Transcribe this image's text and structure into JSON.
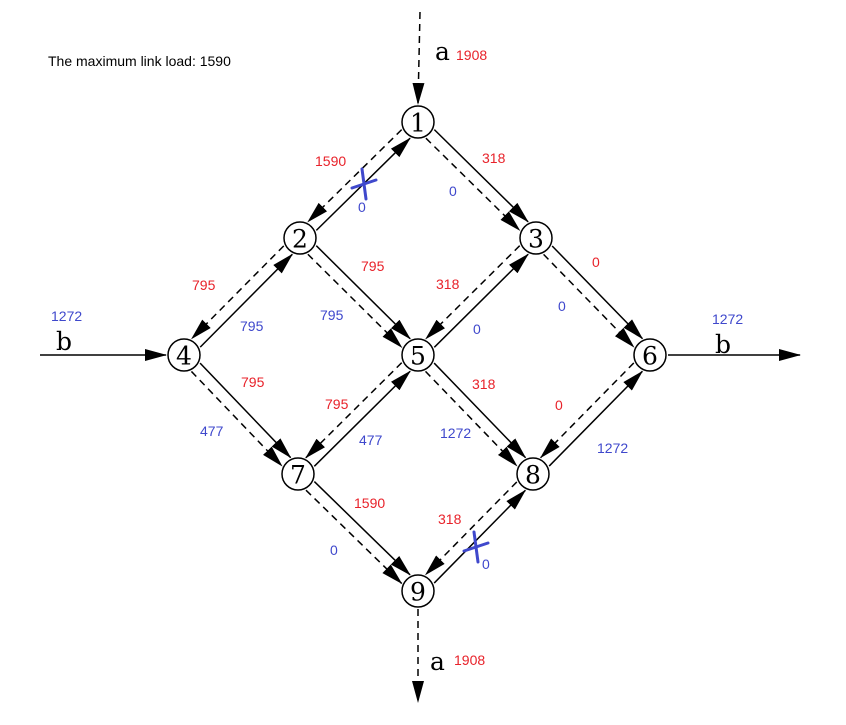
{
  "caption": "The maximum link load: 1590",
  "colors": {
    "red": "#e8222a",
    "blue": "#3f48cc",
    "black": "#000000"
  },
  "nodes": [
    "1",
    "2",
    "3",
    "4",
    "5",
    "6",
    "7",
    "8",
    "9"
  ],
  "flows": {
    "a_in_label": "a",
    "a_in_value": "1908",
    "a_out_label": "a",
    "a_out_value": "1908",
    "b_in_label": "b",
    "b_in_value": "1272",
    "b_out_label": "b",
    "b_out_value": "1272"
  },
  "links": {
    "l_1_2": {
      "a_load": "1590",
      "b_load": "0",
      "failed": true
    },
    "l_1_3": {
      "a_load": "318",
      "b_load": "0"
    },
    "l_2_4": {
      "a_load": "795",
      "b_load": "795"
    },
    "l_2_5": {
      "a_load": "795",
      "b_load": "795"
    },
    "l_3_5": {
      "a_load": "318",
      "b_load": "0"
    },
    "l_3_6": {
      "a_load": "0",
      "b_load": "0"
    },
    "l_4_7": {
      "a_load": "795",
      "b_load": "477"
    },
    "l_5_7": {
      "a_load": "795",
      "b_load": "477"
    },
    "l_5_8": {
      "a_load": "318",
      "b_load": "1272"
    },
    "l_6_8": {
      "a_load": "0",
      "b_load": "1272"
    },
    "l_7_9": {
      "a_load": "1590",
      "b_load": "0"
    },
    "l_8_9": {
      "a_load": "318",
      "b_load": "0",
      "failed": true
    }
  }
}
